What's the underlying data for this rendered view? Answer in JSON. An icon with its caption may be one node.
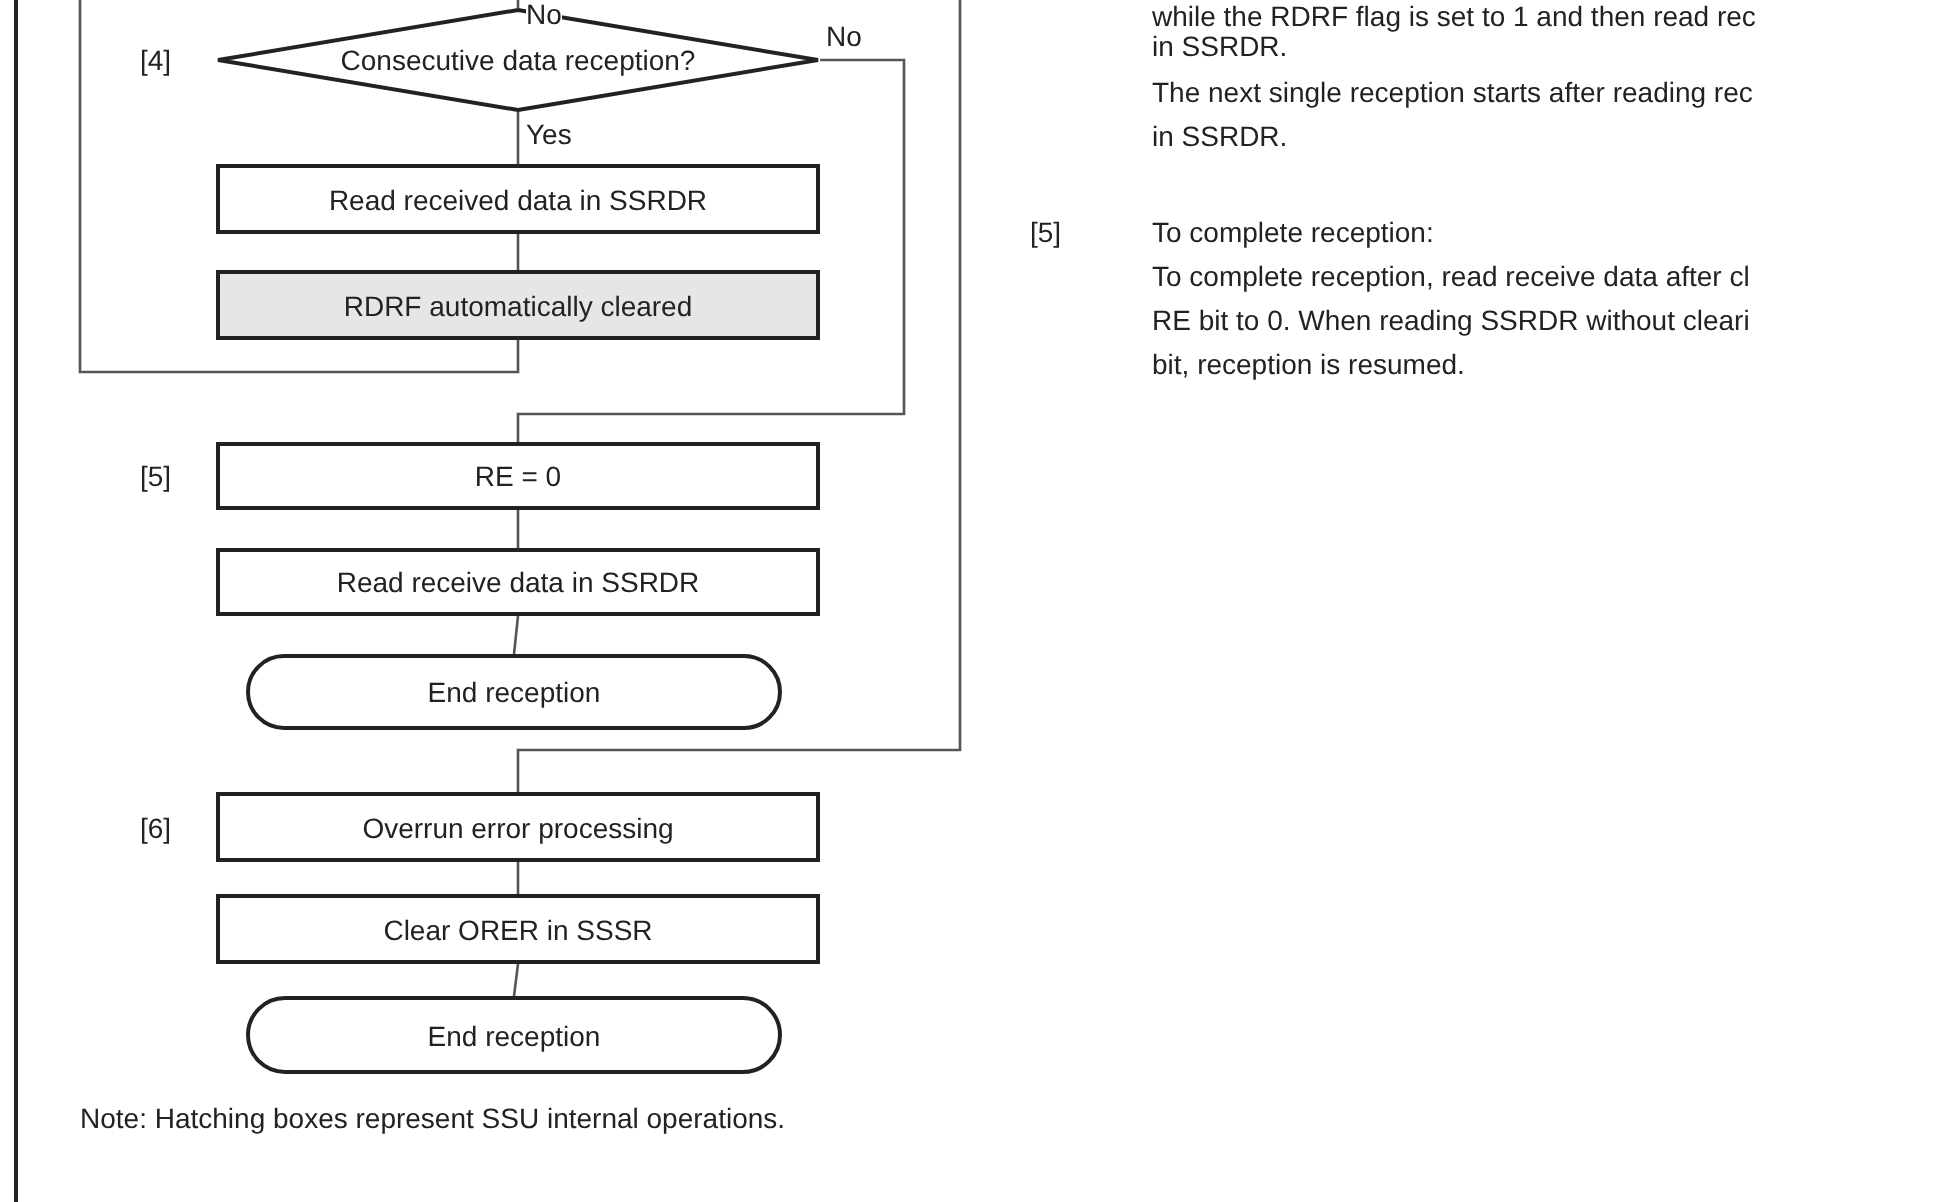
{
  "diagram": {
    "nodes": [
      {
        "text": [
          "Consecutive data reception?"
        ],
        "beside": [
          "[4]"
        ]
      },
      {
        "text": [
          "Read received data in SSRDR"
        ]
      },
      {
        "text": [
          "RDRF automatically cleared"
        ]
      },
      {
        "text": [
          "RE = 0"
        ],
        "beside": [
          "[5]"
        ]
      },
      {
        "text": [
          "Read receive data in SSRDR"
        ]
      },
      {
        "text": [
          "End reception"
        ]
      },
      {
        "text": [
          "Overrun error processing"
        ],
        "beside": [
          "[6]"
        ]
      },
      {
        "text": [
          "Clear ORER in SSSR"
        ]
      },
      {
        "text": [
          "End reception"
        ]
      }
    ],
    "edges": [
      {
        "from": null,
        "to": 0,
        "arrow": "none",
        "label": "No"
      },
      {
        "from": 0,
        "to": 1,
        "arrow": "none",
        "label": "Yes"
      },
      {
        "from": 1,
        "to": 2,
        "arrow": "none"
      },
      {
        "from": 2,
        "to": null,
        "arrow": "none"
      },
      {
        "from": 0,
        "to": 3,
        "arrow": "none",
        "label": "No"
      },
      {
        "from": 3,
        "to": 4,
        "arrow": "none"
      },
      {
        "from": 4,
        "to": 5,
        "arrow": "none"
      },
      {
        "from": null,
        "to": 6,
        "arrow": "none"
      },
      {
        "from": 6,
        "to": 7,
        "arrow": "none"
      },
      {
        "from": 7,
        "to": 8,
        "arrow": "none"
      }
    ],
    "labels": [
      "while the RDRF flag is set to 1 and then read rec",
      "in SSRDR.",
      "The next single reception starts after reading rec",
      "in SSRDR.",
      "[5]",
      "To complete reception:",
      "To complete reception, read receive data after cl",
      "RE bit to 0. When reading SSRDR without cleari",
      "bit, reception is resumed.",
      "Note:  Hatching boxes represent SSU internal operations."
    ]
  }
}
